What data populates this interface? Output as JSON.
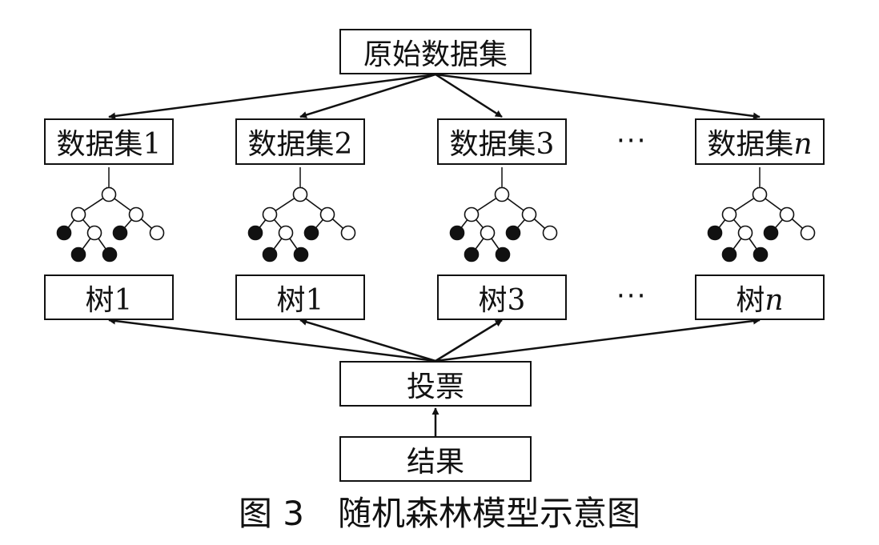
{
  "root": {
    "label": "原始数据集"
  },
  "datasets": [
    {
      "label": "数据集",
      "index": "1",
      "italic": false
    },
    {
      "label": "数据集",
      "index": "2",
      "italic": false
    },
    {
      "label": "数据集",
      "index": "3",
      "italic": false
    },
    {
      "label": "数据集",
      "index": "n",
      "italic": true
    }
  ],
  "trees": [
    {
      "label": "树",
      "index": "1",
      "italic": false
    },
    {
      "label": "树",
      "index": "1",
      "italic": false
    },
    {
      "label": "树",
      "index": "3",
      "italic": false
    },
    {
      "label": "树",
      "index": "n",
      "italic": true
    }
  ],
  "ellipsis": "···",
  "vote": {
    "label": "投票"
  },
  "result": {
    "label": "结果"
  },
  "caption": "图 3　随机森林模型示意图",
  "colors": {
    "line": "#111111",
    "filled_node": "#111111",
    "empty_node": "#ffffff"
  }
}
